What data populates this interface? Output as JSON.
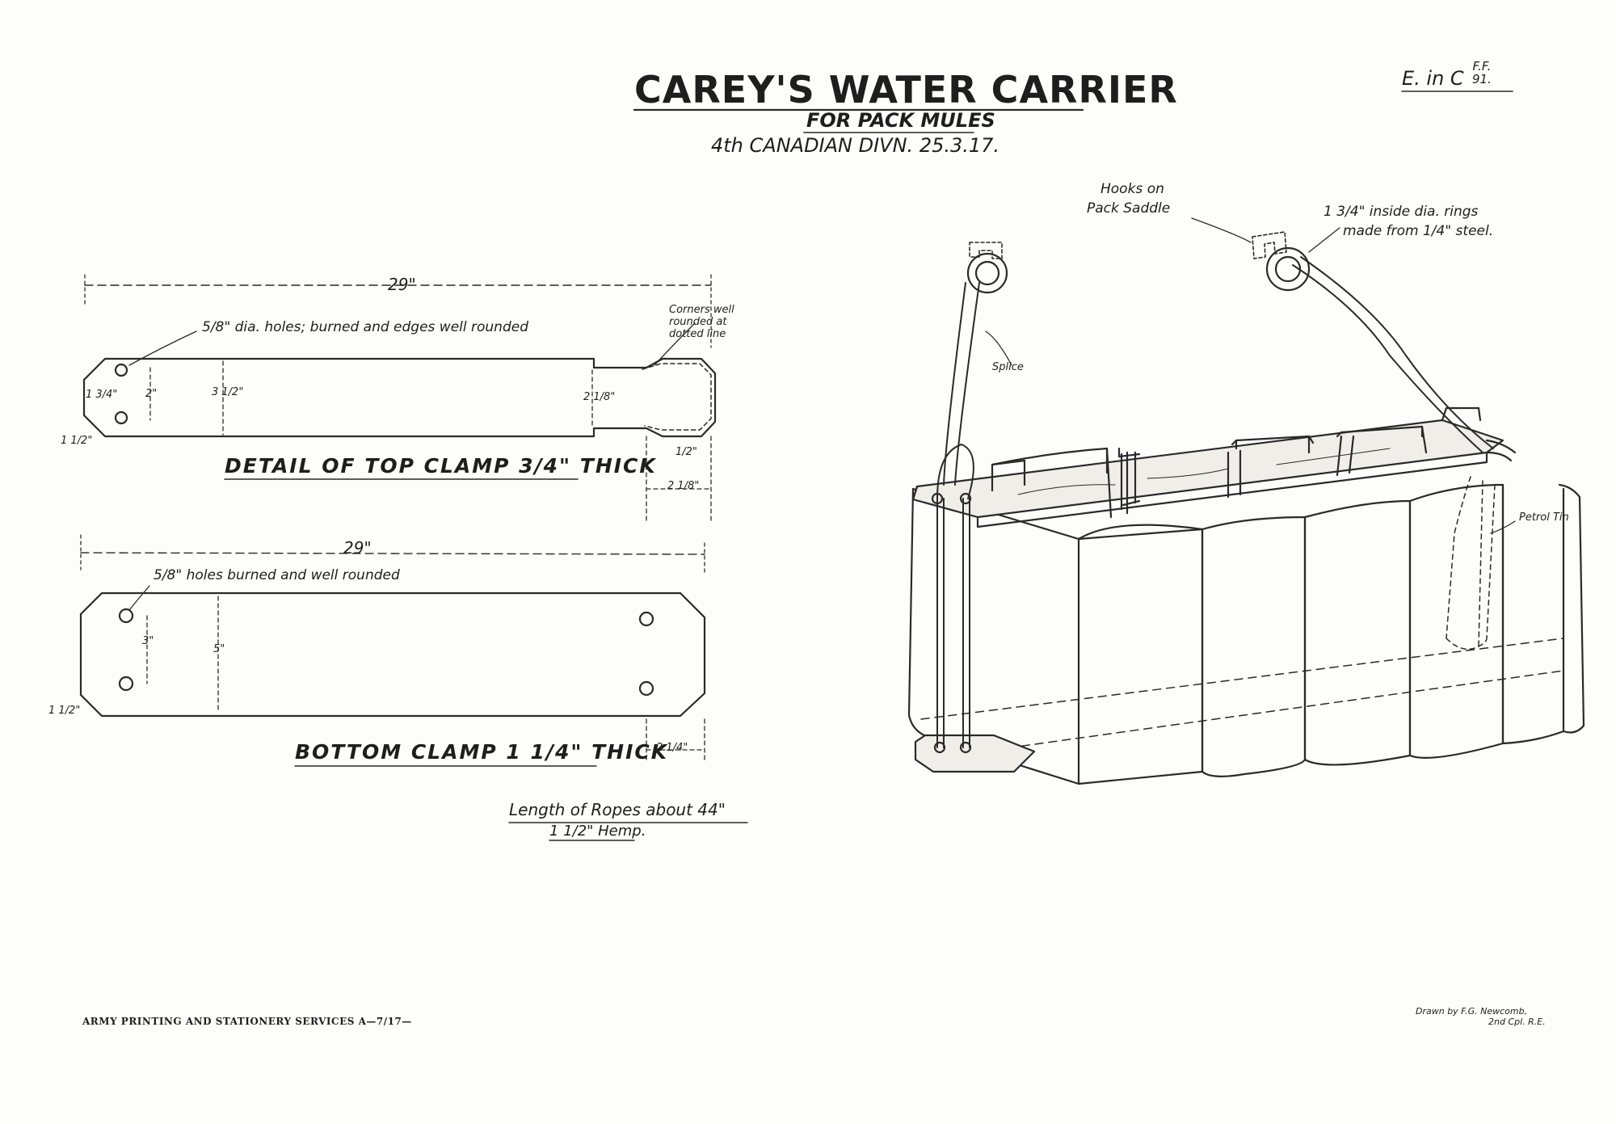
{
  "header": {
    "title": "CAREY'S WATER CARRIER",
    "subtitle": "FOR PACK MULES",
    "division": "4th CANADIAN DIVN. 25.3.17.",
    "reference": "E. in C",
    "reference_num": "F.F.",
    "reference_den": "91."
  },
  "top_clamp": {
    "caption": "DETAIL OF TOP CLAMP 3/4\" THICK",
    "length": "29\"",
    "holes_note": "5/8\" dia. holes; burned and edges well rounded",
    "corners_note_1": "Corners well",
    "corners_note_2": "rounded at",
    "corners_note_3": "dotted line",
    "dim_end": "1 3/4\"",
    "dim_holes": "2\"",
    "dim_width": "3 1/2\"",
    "dim_tab": "2 1/8\"",
    "dim_corner": "1 1/2\"",
    "dim_notch": "1/2\"",
    "dim_tab_len": "2 1/8\""
  },
  "bottom_clamp": {
    "caption": "BOTTOM CLAMP 1 1/4\" THICK",
    "length": "29\"",
    "holes_note": "5/8\" holes burned and well rounded",
    "dim_holes": "3\"",
    "dim_width": "5\"",
    "dim_corner": "1 1/2\"",
    "dim_end": "2 1/4\""
  },
  "ropes": {
    "line1": "Length of Ropes about 44\"",
    "line2": "1 1/2\" Hemp."
  },
  "assembly": {
    "hooks_1": "Hooks on",
    "hooks_2": "Pack Saddle",
    "rings_1": "1 3/4\" inside dia. rings",
    "rings_2": "made from 1/4\" steel.",
    "splice": "Splice",
    "petrol_tin": "Petrol Tin"
  },
  "footer": {
    "printer": "ARMY PRINTING AND STATIONERY SERVICES A—7/17—",
    "drawn_1": "Drawn by F.G. Newcomb,",
    "drawn_2": "2nd Cpl. R.E."
  }
}
